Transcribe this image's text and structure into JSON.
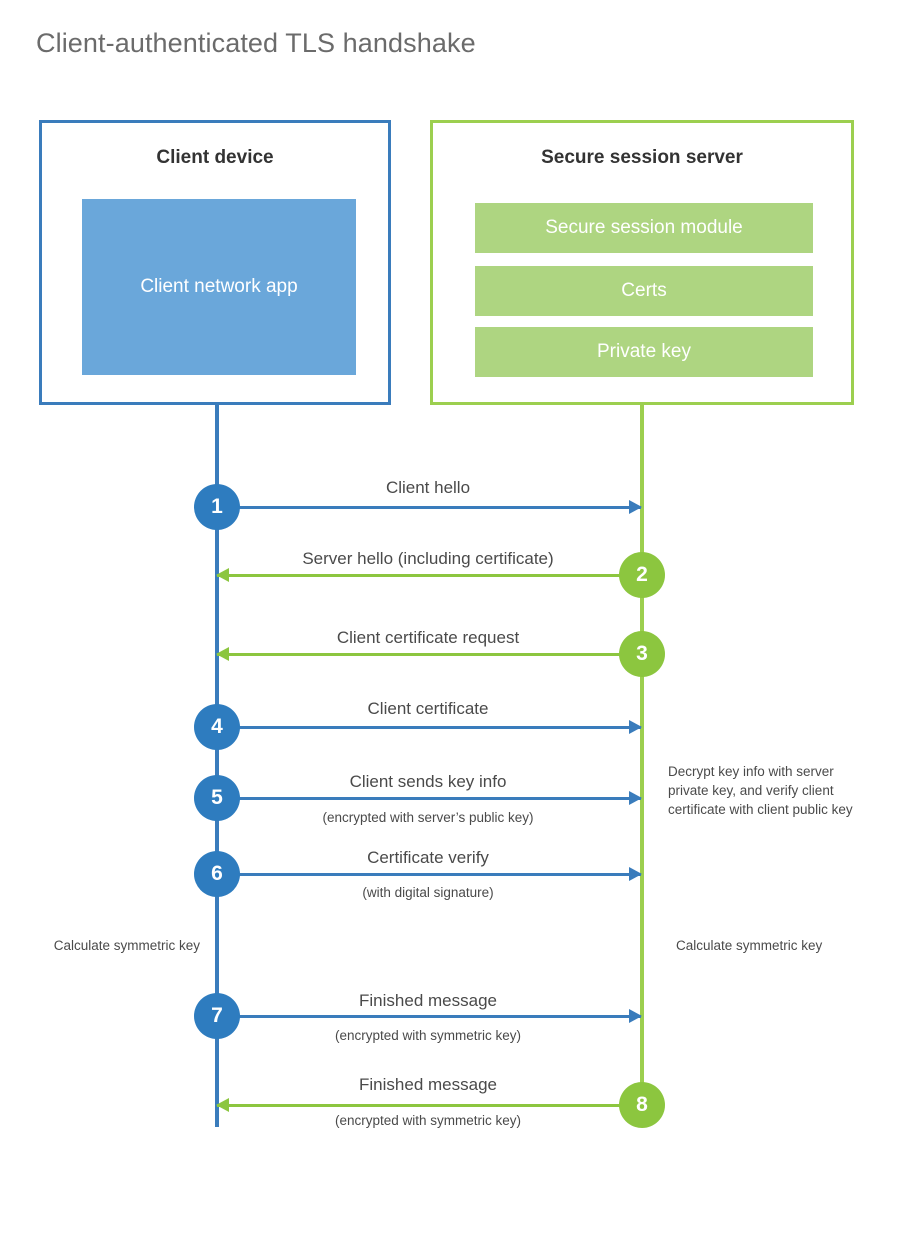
{
  "title": "Client-authenticated TLS handshake",
  "colors": {
    "client_blue": "#3a7cbc",
    "client_circle_blue": "#2e7cbf",
    "client_app_fill": "#6aa7da",
    "server_green": "#9ccf4f",
    "server_circle_green": "#8cc63f",
    "server_row_fill": "#aed581",
    "text": "#4a4a4a",
    "title_text": "#6b6b6b"
  },
  "actors": {
    "client": {
      "title": "Client device",
      "app_label": "Client network app"
    },
    "server": {
      "title": "Secure session server",
      "rows": [
        {
          "label": "Secure session module"
        },
        {
          "label": "Certs"
        },
        {
          "label": "Private key"
        }
      ]
    }
  },
  "steps": [
    {
      "number": "1",
      "side": "client",
      "direction": "right",
      "color": "blue",
      "label": "Client hello",
      "sublabel": ""
    },
    {
      "number": "2",
      "side": "server",
      "direction": "left",
      "color": "green",
      "label": "Server hello (including certificate)",
      "sublabel": ""
    },
    {
      "number": "3",
      "side": "server",
      "direction": "left",
      "color": "green",
      "label": "Client certificate request",
      "sublabel": ""
    },
    {
      "number": "4",
      "side": "client",
      "direction": "right",
      "color": "blue",
      "label": "Client certificate",
      "sublabel": ""
    },
    {
      "number": "5",
      "side": "client",
      "direction": "right",
      "color": "blue",
      "label": "Client sends key info",
      "sublabel": "(encrypted with server’s public key)"
    },
    {
      "number": "6",
      "side": "client",
      "direction": "right",
      "color": "blue",
      "label": "Certificate verify",
      "sublabel": "(with digital signature)"
    },
    {
      "number": "7",
      "side": "client",
      "direction": "right",
      "color": "blue",
      "label": "Finished message",
      "sublabel": "(encrypted with symmetric key)"
    },
    {
      "number": "8",
      "side": "server",
      "direction": "left",
      "color": "green",
      "label": "Finished message",
      "sublabel": "(encrypted with symmetric key)"
    }
  ],
  "notes": {
    "decrypt": "Decrypt key info with server private key, and verify client certificate with client public key",
    "calculate_left": "Calculate symmetric key",
    "calculate_right": "Calculate symmetric key"
  }
}
